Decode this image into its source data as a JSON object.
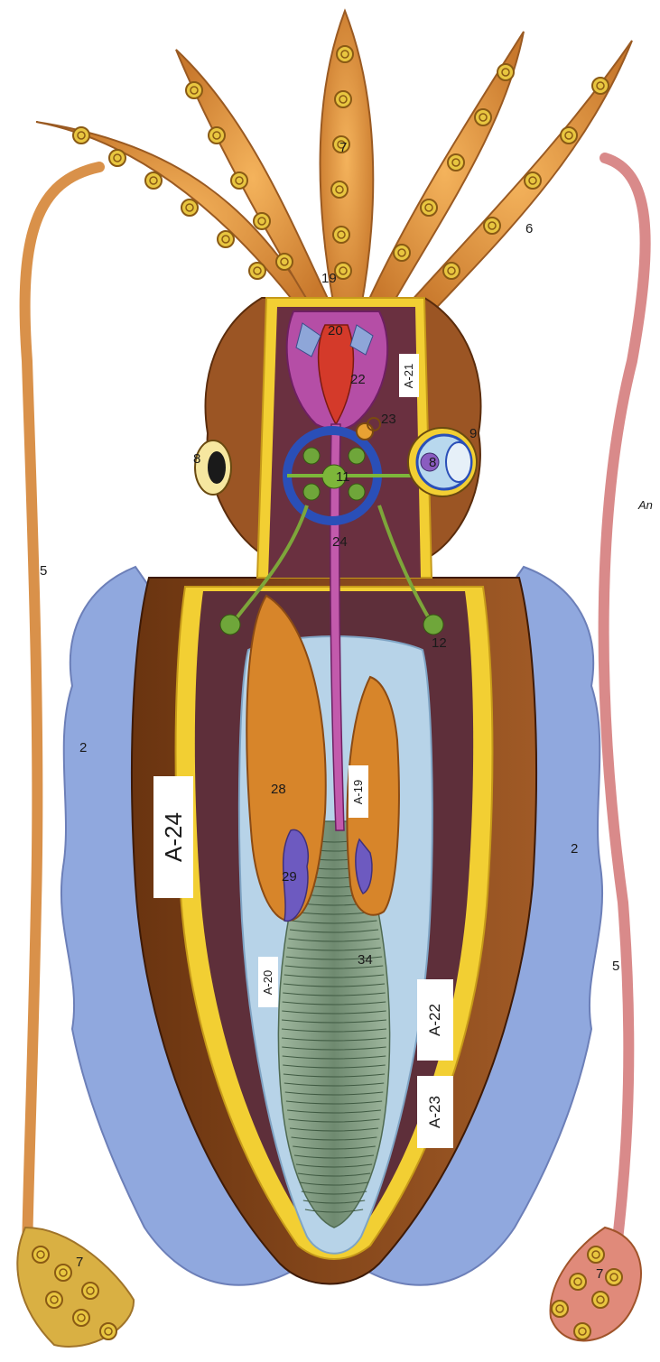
{
  "labels": {
    "n2_left": "2",
    "n2_right": "2",
    "n5_left": "5",
    "n5_right": "5",
    "n6": "6",
    "n7_top": "7",
    "n7_left": "7",
    "n7_right": "7",
    "n8_left": "8",
    "n8_right": "8",
    "n9": "9",
    "n11": "11",
    "n12": "12",
    "n19": "19",
    "n20": "20",
    "n22": "22",
    "n23": "23",
    "n24": "24",
    "n28": "28",
    "n29": "29",
    "n34": "34"
  },
  "tags": {
    "a19": "A-19",
    "a20": "A-20",
    "a21": "A-21",
    "a22": "A-22",
    "a23": "A-23",
    "a24": "A-24"
  },
  "cut_text": "An",
  "colors": {
    "arm": "#e59a3c",
    "arm_dark": "#b8692a",
    "sucker": "#e8c640",
    "body_brown": "#8a4a1c",
    "mantle_yellow": "#f2cf33",
    "interior": "#5e2f3a",
    "fin_blue": "#8ea6dc",
    "tentacle_pink": "#d98a8a",
    "gland_orange": "#d7852a",
    "gill_green": "#7f9a80",
    "brain_blue": "#2a4fb8",
    "head_purple": "#b54ea6",
    "nerve_green": "#7da63a"
  }
}
